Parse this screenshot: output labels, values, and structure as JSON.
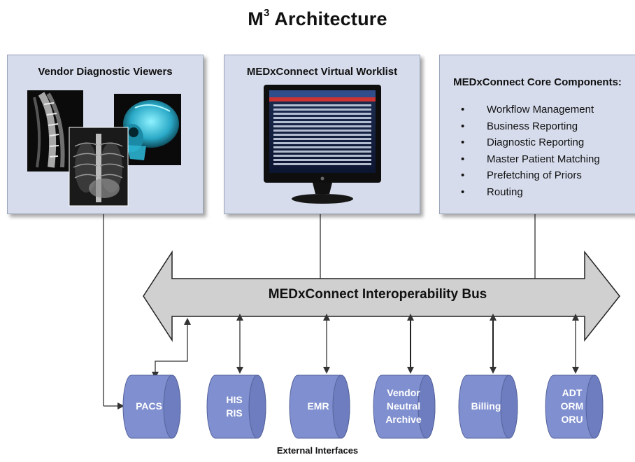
{
  "title": {
    "main": "M",
    "sup": "3",
    "suffix": " Architecture"
  },
  "panels": {
    "viewers": {
      "title": "Vendor Diagnostic Viewers"
    },
    "worklist": {
      "title": "MEDxConnect Virtual Worklist"
    },
    "core": {
      "title": "MEDxConnect Core Components:",
      "items": [
        "Workflow Management",
        "Business Reporting",
        "Diagnostic Reporting",
        "Master Patient Matching",
        "Prefetching of Priors",
        "Routing"
      ]
    }
  },
  "bus": {
    "label": "MEDxConnect Interoperability Bus"
  },
  "interfaces": [
    {
      "label": "PACS"
    },
    {
      "label": "HIS\nRIS"
    },
    {
      "label": "EMR"
    },
    {
      "label": "Vendor\nNeutral\nArchive"
    },
    {
      "label": "Billing"
    },
    {
      "label": "ADT\nORM\nORU"
    }
  ],
  "footer": "External Interfaces",
  "colors": {
    "panel_fill": "#d6dcec",
    "bus_fill": "#d0d0d0",
    "cylinder_fill": "#7f8fcf",
    "cylinder_dark": "#6676b8"
  }
}
